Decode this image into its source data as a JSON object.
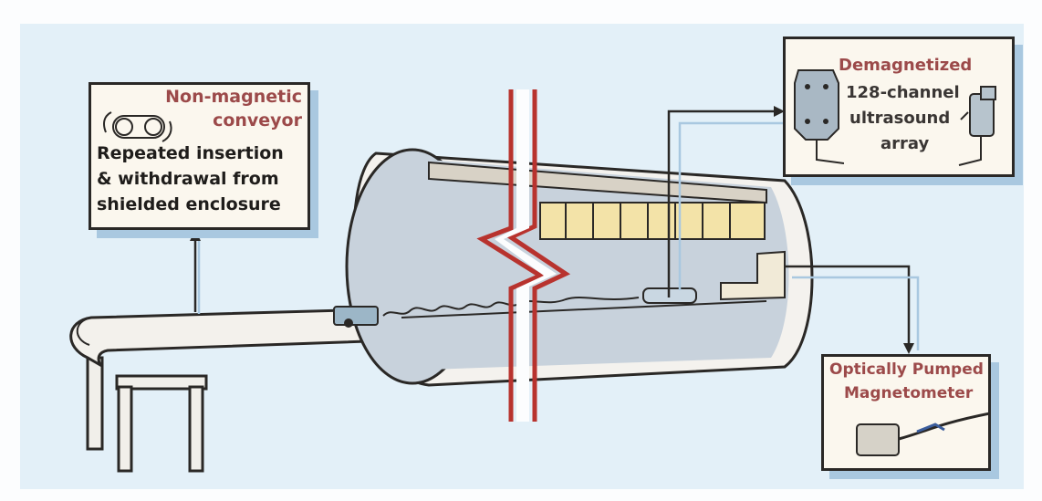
{
  "labels": {
    "conveyor_title_line1": "Non-magnetic",
    "conveyor_title_line2": "conveyor",
    "conveyor_desc_line1": "Repeated insertion",
    "conveyor_desc_line2": "& withdrawal from",
    "conveyor_desc_line3": "shielded enclosure",
    "array_line1": "Demagnetized",
    "array_line2": "128-channel",
    "array_line3": "ultrasound",
    "array_line4": "array",
    "opm_line1": "Optically Pumped",
    "opm_line2": "Magnetometer"
  },
  "colors": {
    "background_panel": "#e3f0f8",
    "shadow_blue": "#a9c8e0",
    "label_maroon": "#9c4a4a",
    "outline": "#2a2826",
    "cut_line_red": "#b8332e",
    "shield_wall": "#f4f2ee",
    "shield_interior": "#c8d2dc",
    "window_panel": "#f3e3a8"
  },
  "icons": [
    "conveyor-belt-icon",
    "transducer-icon",
    "ultrasound-probe-icon",
    "magnetometer-sensor-icon"
  ]
}
